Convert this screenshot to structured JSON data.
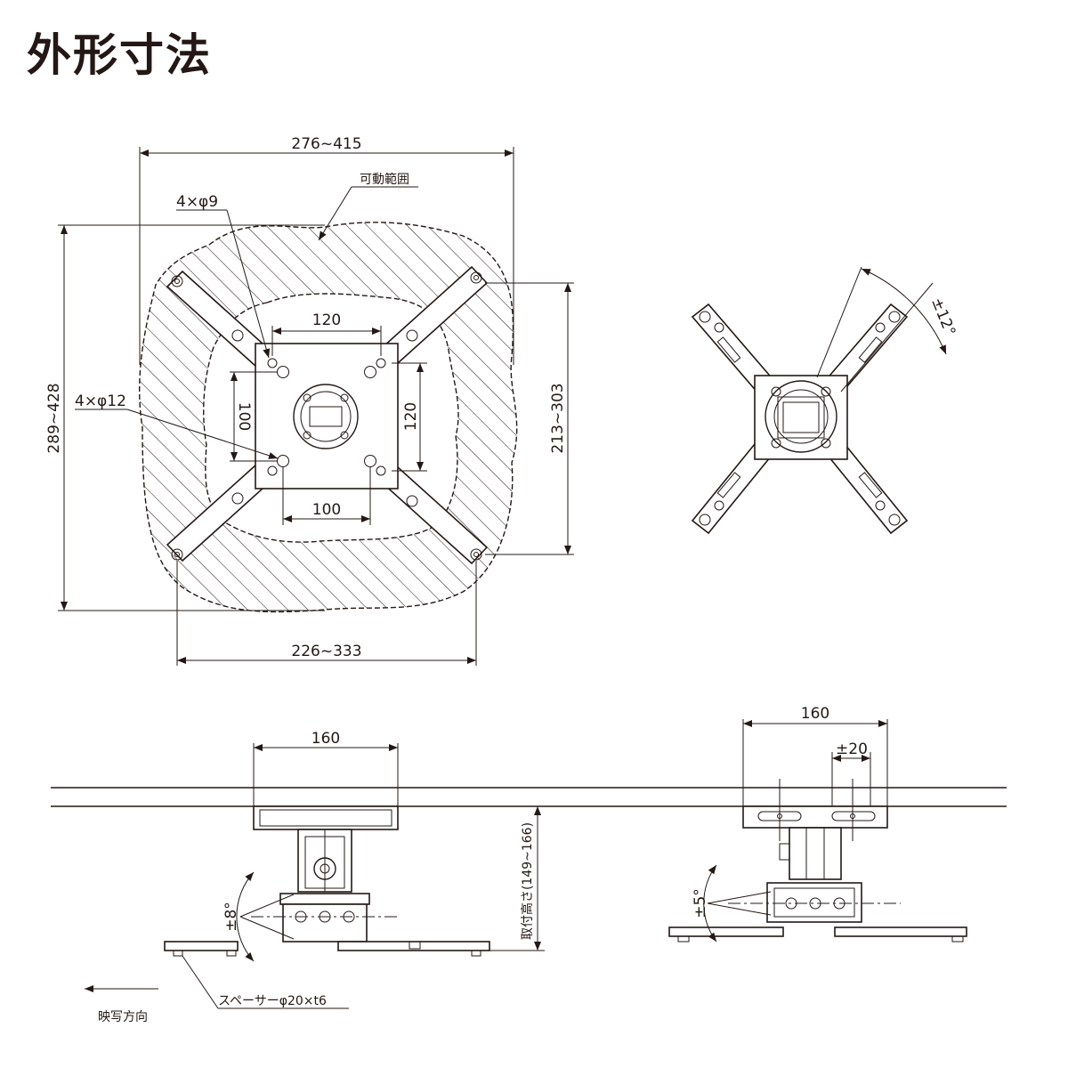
{
  "title": "外形寸法",
  "top_view": {
    "width_range": "276~415",
    "height_range": "289~428",
    "range_label": "可動範囲",
    "holes_small": "4×φ9",
    "holes_large": "4×φ12",
    "pitch_top": "120",
    "pitch_right": "120",
    "pitch_left": "100",
    "pitch_bottom": "100",
    "arm_height_range": "213~303",
    "base_width_range": "226~333"
  },
  "side_view": {
    "angle_label": "±12°"
  },
  "front_view": {
    "plate_width": "160",
    "tilt_angle": "±8°",
    "mount_height": "取付高さ(149~166)",
    "spacer_label": "スペーサーφ20×t6",
    "direction_label": "映写方向"
  },
  "right_view": {
    "plate_width": "160",
    "slide_range": "±20",
    "tilt_angle": "±5°"
  }
}
